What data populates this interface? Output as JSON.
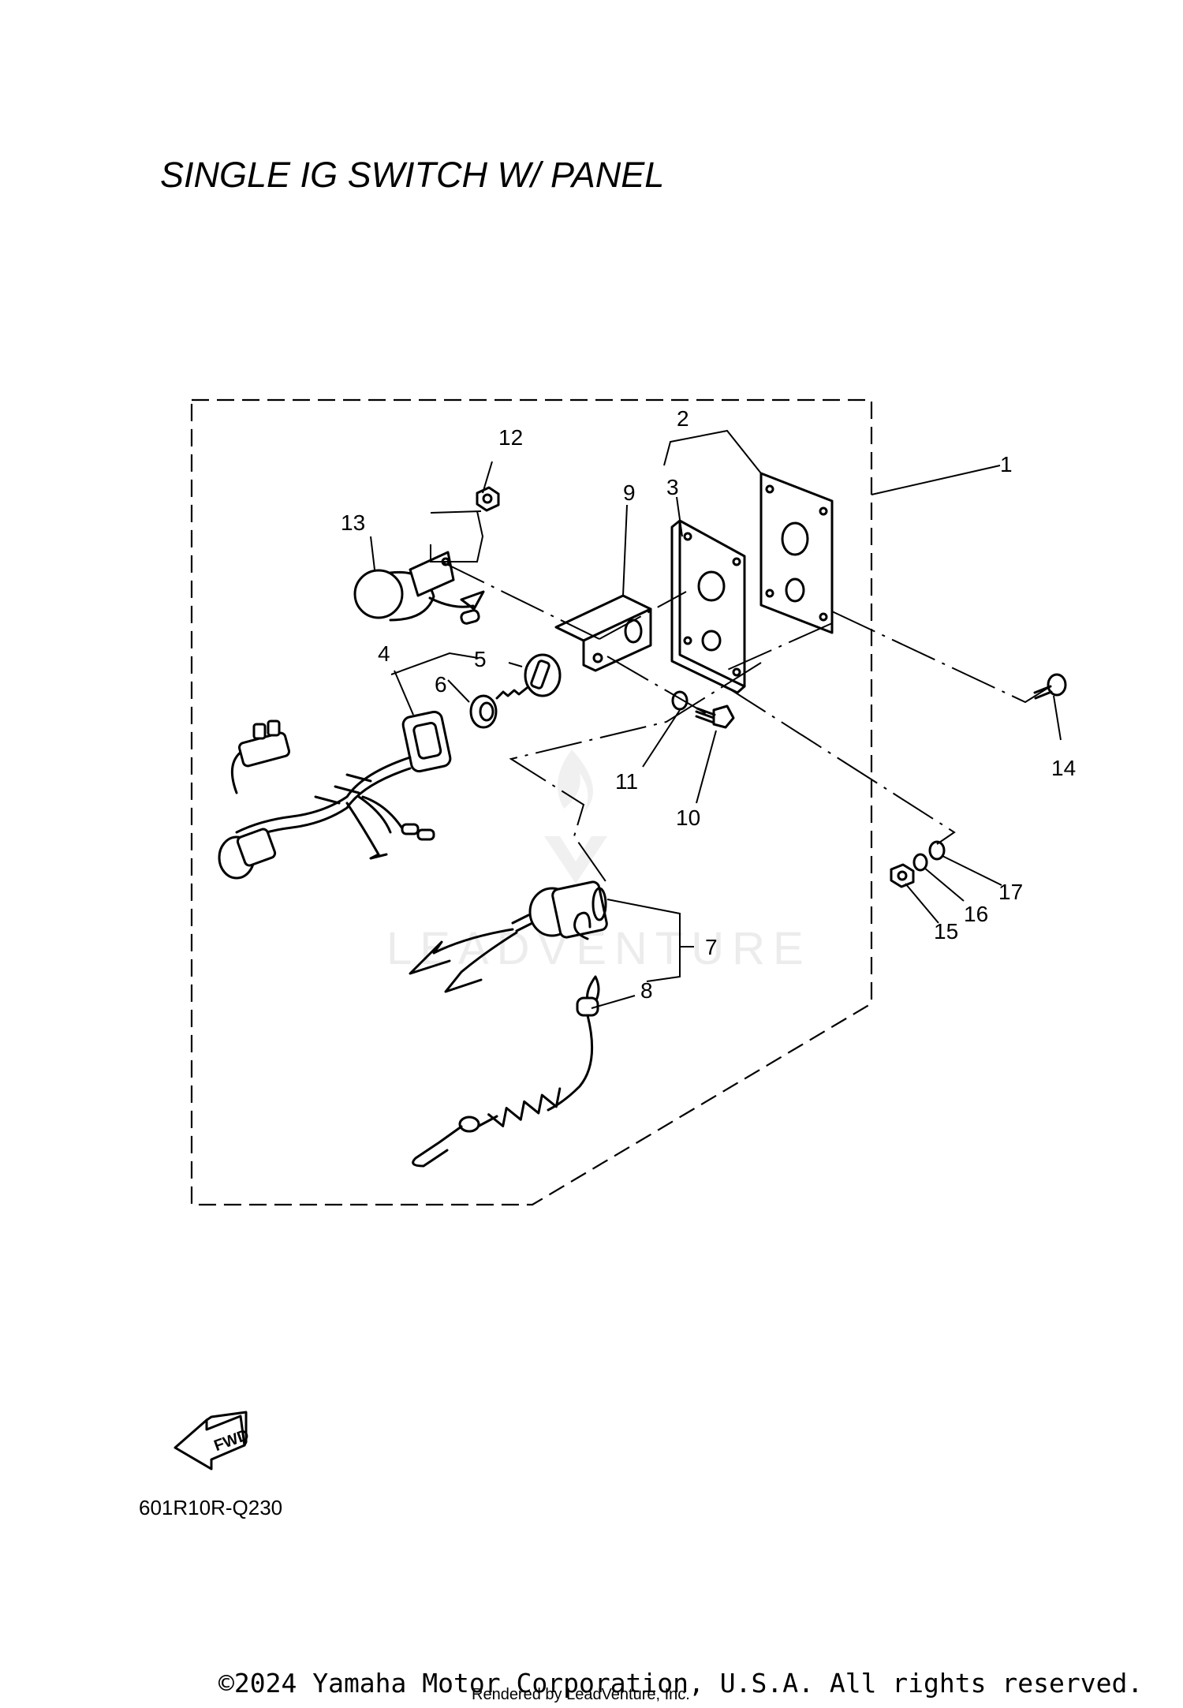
{
  "title": "SINGLE IG SWITCH W/ PANEL",
  "diagram_code": "601R10R-Q230",
  "fwd_label": "FWD",
  "copyright": "©2024 Yamaha Motor Corporation, U.S.A. All rights reserved.",
  "credit": "Rendered by LeadVenture, Inc.",
  "watermark": "LEADVENTURE",
  "callouts": [
    "1",
    "2",
    "3",
    "4",
    "5",
    "6",
    "7",
    "8",
    "9",
    "10",
    "11",
    "12",
    "13",
    "14",
    "15",
    "16",
    "17"
  ]
}
